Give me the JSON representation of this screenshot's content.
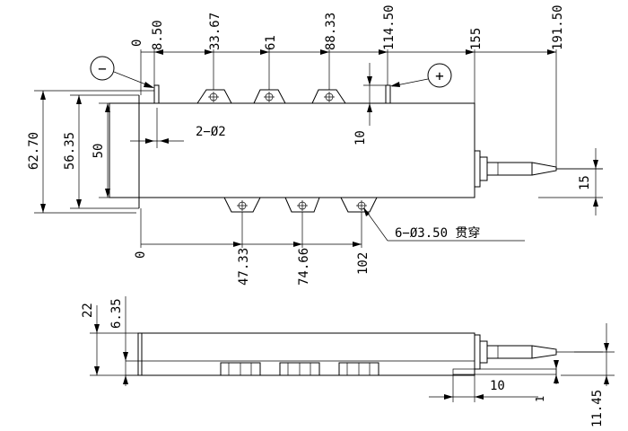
{
  "polarity": {
    "negative": "−",
    "positive": "+"
  },
  "top_view": {
    "top_dims": [
      "0",
      "8.50",
      "33.67",
      "61",
      "88.33",
      "114.50",
      "155",
      "191.50"
    ],
    "bottom_dims": [
      "0",
      "47.33",
      "74.66",
      "102"
    ],
    "left_dims": [
      "62.70",
      "56.35",
      "50"
    ],
    "right_dims": [
      "10",
      "15"
    ],
    "hole_label": "2−Ø2",
    "mount_label": "6−Ø3.50 贯穿"
  },
  "side_view": {
    "left_dims": [
      "22",
      "6.35"
    ],
    "bottom_dims": [
      "10",
      "1",
      "11.45"
    ]
  }
}
